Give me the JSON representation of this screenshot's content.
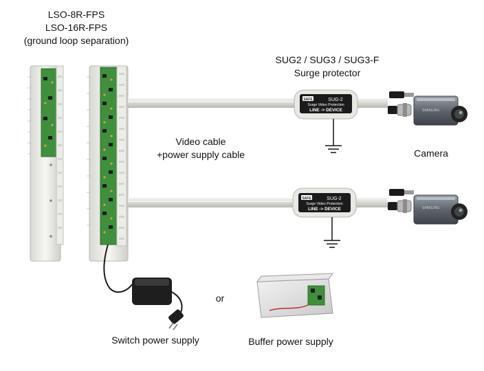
{
  "labels": {
    "module_models": [
      "LSO-8R-FPS",
      "LSO-16R-FPS",
      "(ground loop separation)"
    ],
    "surge_models": "SUG2 / SUG3 / SUG3-F",
    "surge_type": "Surge protector",
    "video_cable": [
      "Video cable",
      "+power supply cable"
    ],
    "camera": "Camera",
    "or": "or",
    "switch_power_supply": "Switch power supply",
    "buffer_power_supply": "Buffer power supply"
  },
  "surge_device": {
    "brand": "SAFE",
    "model": "SUG-2",
    "subtitle": "Surge Video Protection",
    "direction": "LINE -> DEVICE"
  },
  "colors": {
    "pcb_green": "#3f8f3c",
    "rail_white": "#efefec",
    "cable": "#dcdcd8",
    "device_black": "#1b1b1b",
    "camera_body": "#6a7078"
  }
}
